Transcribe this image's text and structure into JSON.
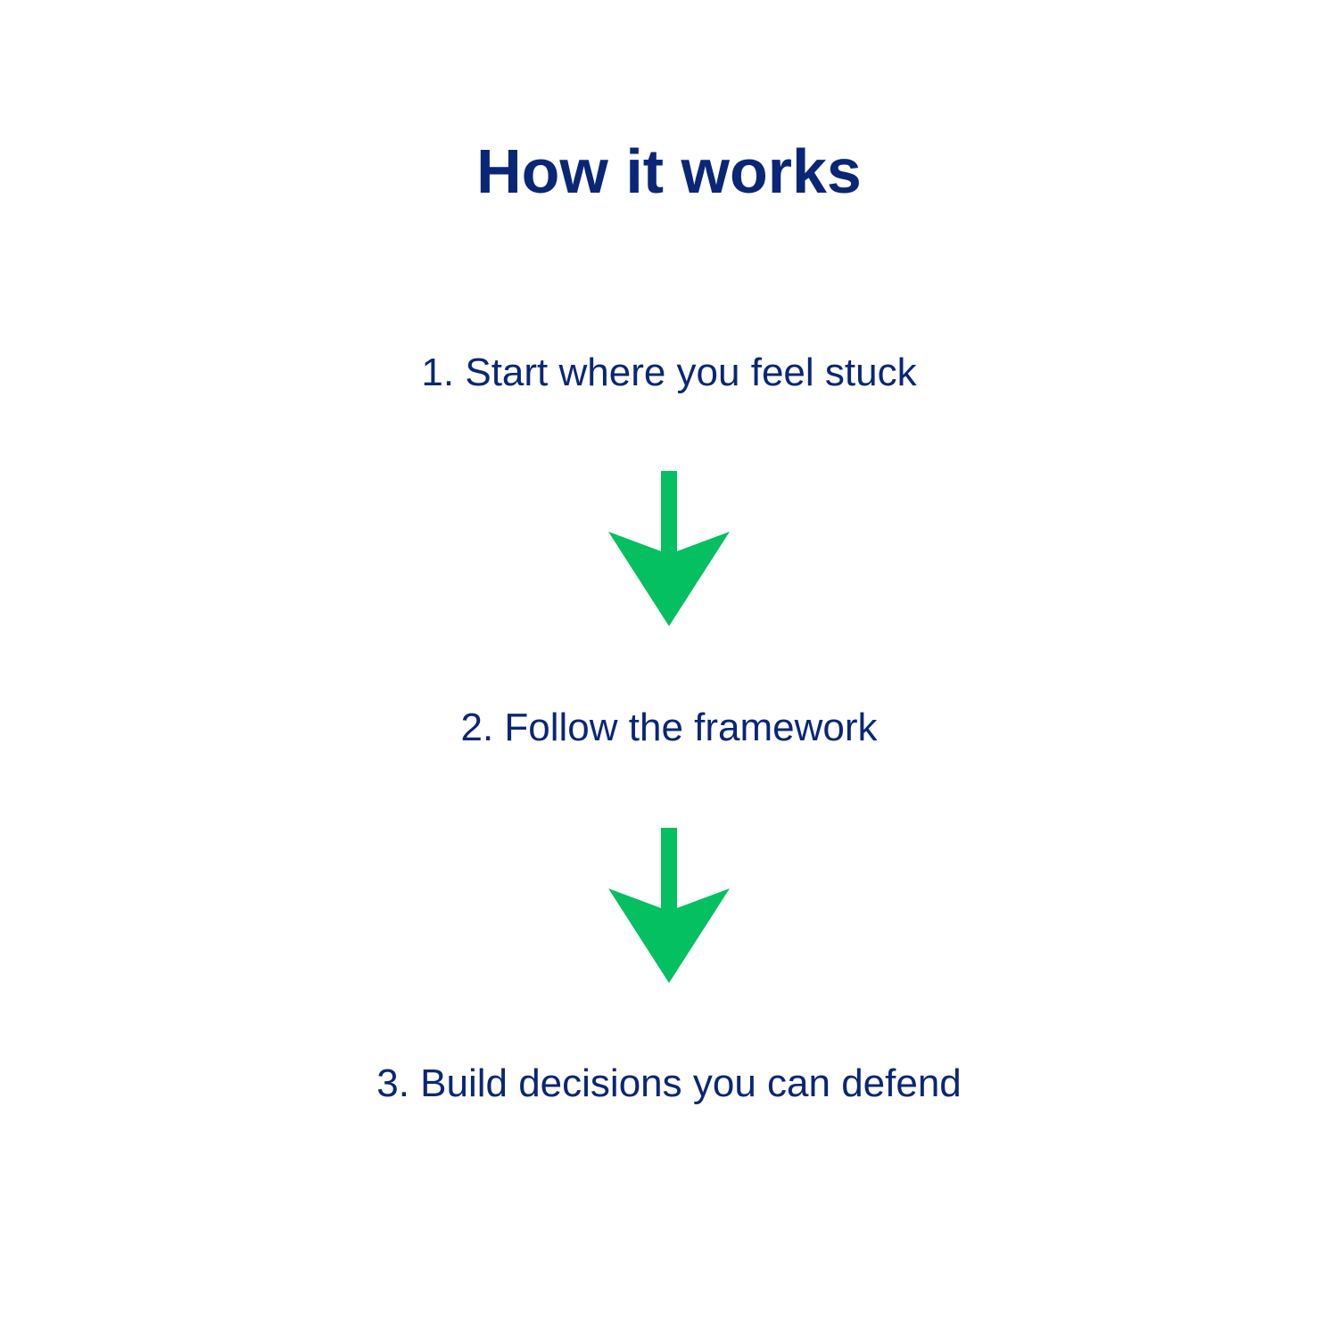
{
  "title": "How it works",
  "steps": [
    {
      "label": "1. Start where you feel stuck"
    },
    {
      "label": "2. Follow the framework"
    },
    {
      "label": "3. Build decisions you can defend"
    }
  ],
  "colors": {
    "text": "#0a2676",
    "arrow": "#05c060",
    "background": "#ffffff"
  },
  "icons": {
    "connector": "arrow-down-icon"
  }
}
